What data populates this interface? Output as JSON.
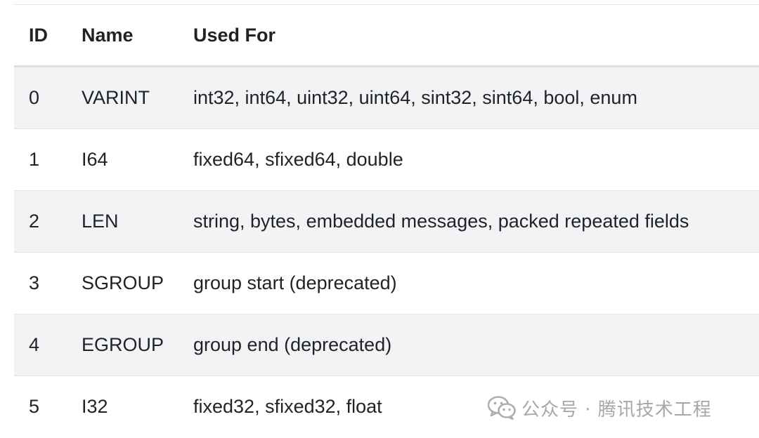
{
  "table": {
    "headers": {
      "id": "ID",
      "name": "Name",
      "used_for": "Used For"
    },
    "rows": [
      {
        "id": "0",
        "name": "VARINT",
        "used_for": "int32, int64, uint32, uint64, sint32, sint64, bool, enum"
      },
      {
        "id": "1",
        "name": "I64",
        "used_for": "fixed64, sfixed64, double"
      },
      {
        "id": "2",
        "name": "LEN",
        "used_for": "string, bytes, embedded messages, packed repeated fields"
      },
      {
        "id": "3",
        "name": "SGROUP",
        "used_for": "group start (deprecated)"
      },
      {
        "id": "4",
        "name": "EGROUP",
        "used_for": "group end (deprecated)"
      },
      {
        "id": "5",
        "name": "I32",
        "used_for": "fixed32, sfixed32, float"
      }
    ]
  },
  "watermark": {
    "icon": "wechat-icon",
    "text": "公众号 · 腾讯技术工程"
  }
}
